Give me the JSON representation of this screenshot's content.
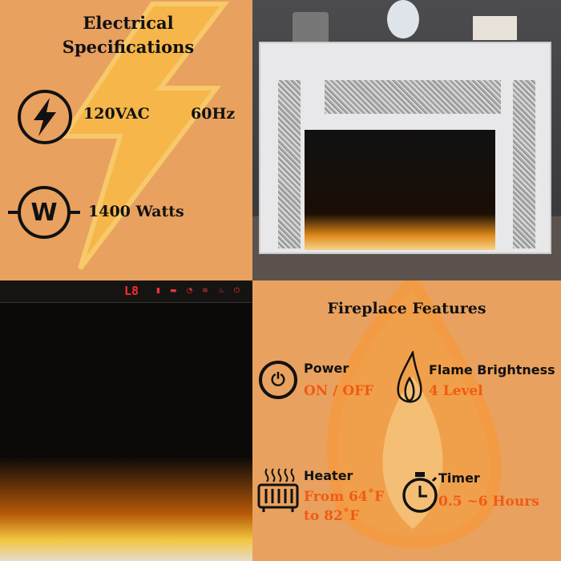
{
  "electrical": {
    "title_line1": "Electrical",
    "title_line2": "Specifications",
    "voltage": "120VAC",
    "frequency": "60Hz",
    "power_symbol": "W",
    "wattage": "1400 Watts"
  },
  "control_panel": {
    "display": "L8"
  },
  "features": {
    "title": "Fireplace Features",
    "items": [
      {
        "label": "Power",
        "value": "ON / OFF",
        "icon": "power-icon"
      },
      {
        "label": "Flame Brightness",
        "value": "4 Level",
        "icon": "flame-icon"
      },
      {
        "label": "Heater",
        "value_line1": "From 64˚F",
        "value_line2": "to 82˚F",
        "icon": "heater-icon"
      },
      {
        "label": "Timer",
        "value": "0.5 ~6 Hours",
        "icon": "timer-icon"
      }
    ]
  },
  "colors": {
    "background": "#e9a15f",
    "accent": "#f25a12"
  }
}
